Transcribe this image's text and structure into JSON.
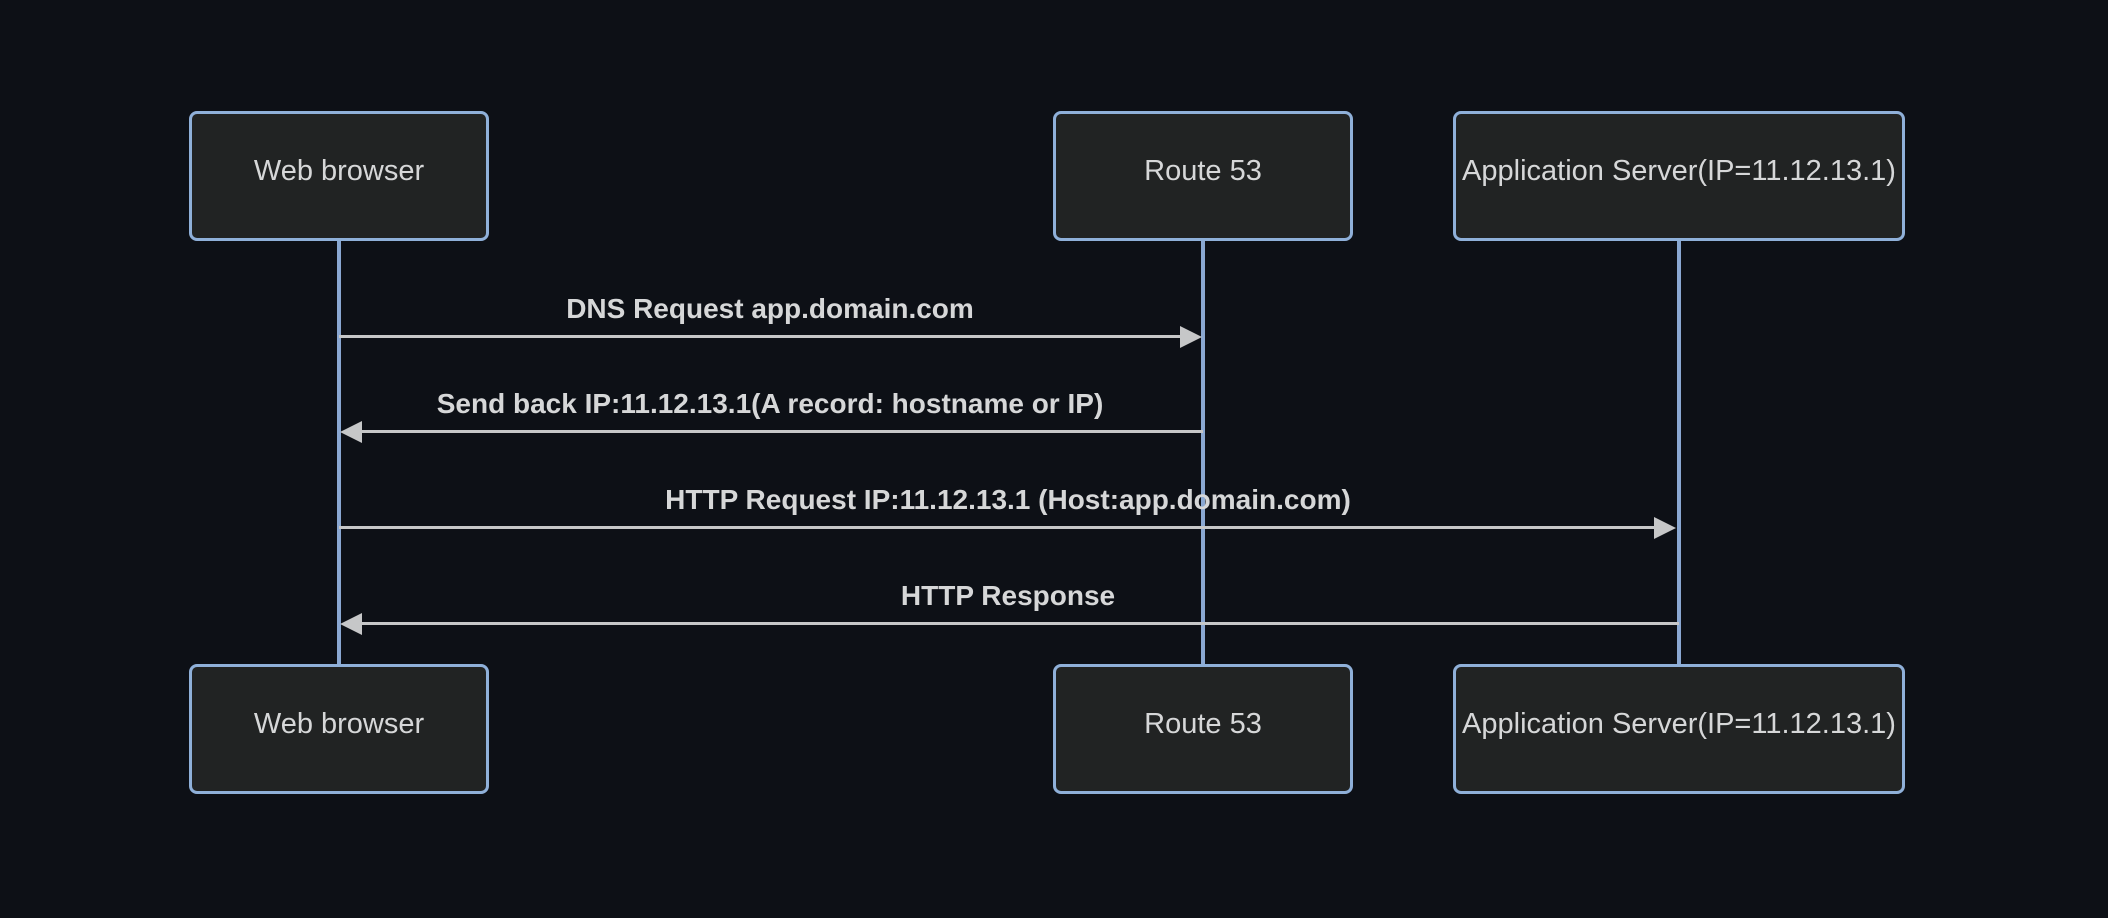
{
  "colors": {
    "background": "#0d1016",
    "actor_box_fill": "#212323",
    "actor_box_border": "#8fb0d9",
    "lifeline": "#8aa8d2",
    "arrow": "#c6c7c8",
    "text": "#d6d7d8"
  },
  "sequence": {
    "type": "sequence-diagram",
    "actors": [
      {
        "name": "Web browser"
      },
      {
        "name": "Route 53"
      },
      {
        "name": "Application Server(IP=11.12.13.1)"
      }
    ],
    "messages": [
      {
        "from": "Web browser",
        "to": "Route 53",
        "direction": "right",
        "text": "DNS Request app.domain.com"
      },
      {
        "from": "Route 53",
        "to": "Web browser",
        "direction": "left",
        "text": "Send back IP:11.12.13.1(A record: hostname or IP)"
      },
      {
        "from": "Web browser",
        "to": "Application Server(IP=11.12.13.1)",
        "direction": "right",
        "text": "HTTP Request IP:11.12.13.1 (Host:app.domain.com)"
      },
      {
        "from": "Application Server(IP=11.12.13.1)",
        "to": "Web browser",
        "direction": "left",
        "text": "HTTP Response"
      }
    ]
  }
}
